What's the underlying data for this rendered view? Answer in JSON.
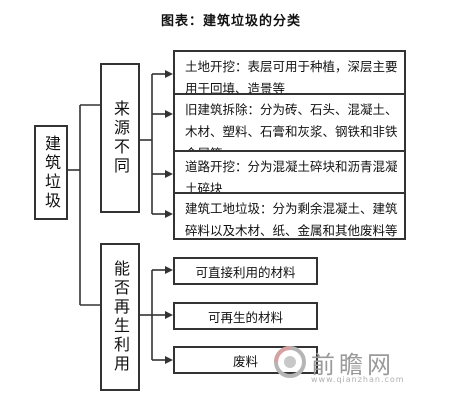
{
  "header": {
    "title": "图表：建筑垃圾的分类"
  },
  "root": {
    "label": "建筑垃圾"
  },
  "branches": [
    {
      "label": "来源不同",
      "leaves": [
        "土地开挖：表层可用于种植，深层主要用于回填、造景等",
        "旧建筑拆除：分为砖、石头、混凝土、木材、塑料、石膏和灰浆、钢铁和非铁金属等",
        "道路开挖：分为混凝土碎块和沥青混凝土碎块",
        "建筑工地垃圾：分为剩余混凝土、建筑碎料以及木材、纸、金属和其他废料等"
      ]
    },
    {
      "label": "能否再生利用",
      "leaves": [
        "可直接利用的材料",
        "可再生的材料",
        "废料"
      ]
    }
  ],
  "watermark": {
    "name": "前瞻网",
    "url": "www.qianzhan.com"
  }
}
